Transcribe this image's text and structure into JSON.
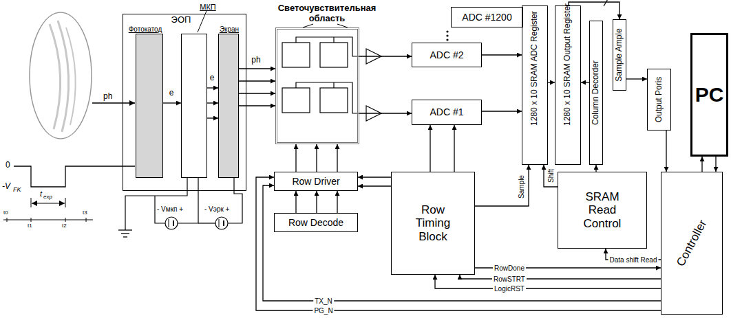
{
  "diagram": {
    "nodes": [
      {
        "text": [
          "ЭОП"
        ]
      },
      {
        "text": [
          "Фотокатод"
        ],
        "in": 0
      },
      {
        "text": [
          "МКП"
        ],
        "in": 0
      },
      {
        "text": [
          "Экран"
        ],
        "in": 0
      },
      {
        "text": [
          "Светочувствительная область"
        ]
      },
      {
        "text": [
          "ADC #1200"
        ]
      },
      {
        "text": [
          "ADC #2"
        ]
      },
      {
        "text": [
          "ADC #1"
        ]
      },
      {
        "text": [
          "1280 x 10 SRAM ADC Register"
        ]
      },
      {
        "text": [
          "1280 x 10 SRAM Output Register"
        ]
      },
      {
        "text": [
          "Column Decorder"
        ]
      },
      {
        "text": [
          "Sample Ample"
        ]
      },
      {
        "text": [
          "Output Poris"
        ]
      },
      {
        "text": [
          "PC"
        ]
      },
      {
        "text": [
          "Row Driver"
        ]
      },
      {
        "text": [
          "Row Decode"
        ]
      },
      {
        "text": [
          "Row Timing Block"
        ]
      },
      {
        "text": [
          "SRAM Read Control"
        ]
      },
      {
        "text": [
          "Controller"
        ]
      }
    ],
    "edges": [
      {
        "from": 1,
        "to": 2,
        "arrow": "to",
        "label": "e"
      },
      {
        "from": 2,
        "to": 3,
        "arrow": "to",
        "label": "e"
      },
      {
        "from": 2,
        "to": 3,
        "arrow": "to"
      },
      {
        "from": 2,
        "to": 3,
        "arrow": "to"
      },
      {
        "from": 3,
        "to": 4,
        "arrow": "to",
        "label": "ph"
      },
      {
        "from": 3,
        "to": 4,
        "arrow": "to"
      },
      {
        "from": 3,
        "to": 4,
        "arrow": "to"
      },
      {
        "from": 3,
        "to": 4,
        "arrow": "to"
      },
      {
        "from": 4,
        "to": 6,
        "arrow": "to"
      },
      {
        "from": 4,
        "to": 7,
        "arrow": "to"
      },
      {
        "from": 6,
        "to": 8,
        "arrow": "to"
      },
      {
        "from": 7,
        "to": 8,
        "arrow": "to"
      },
      {
        "from": 8,
        "to": 9,
        "arrow": "to"
      },
      {
        "from": 10,
        "to": 9,
        "arrow": "to"
      },
      {
        "from": 9,
        "to": 11,
        "arrow": "to"
      },
      {
        "from": 11,
        "to": 12,
        "arrow": "to"
      },
      {
        "from": 12,
        "to": 18,
        "arrow": "to"
      },
      {
        "from": 18,
        "to": 13,
        "arrow": "to"
      },
      {
        "from": 13,
        "to": 18,
        "arrow": "to"
      },
      {
        "from": 16,
        "to": 7,
        "arrow": "to"
      },
      {
        "from": 16,
        "to": 7,
        "arrow": "to"
      },
      {
        "from": 16,
        "to": 14,
        "arrow": "to"
      },
      {
        "from": 16,
        "to": 14,
        "arrow": "to"
      },
      {
        "from": 14,
        "to": 4,
        "arrow": "to"
      },
      {
        "from": 14,
        "to": 4,
        "arrow": "to"
      },
      {
        "from": 14,
        "to": 4,
        "arrow": "to"
      },
      {
        "from": 15,
        "to": 14,
        "arrow": "to"
      },
      {
        "from": 15,
        "to": 14,
        "arrow": "to"
      },
      {
        "from": 15,
        "to": 14,
        "arrow": "to"
      },
      {
        "from": 16,
        "to": 8,
        "arrow": "to",
        "label": "Sample"
      },
      {
        "from": 17,
        "to": 8,
        "arrow": "to",
        "label": "Shift"
      },
      {
        "from": 17,
        "to": 10,
        "arrow": "to"
      },
      {
        "from": 16,
        "to": 18,
        "arrow": "to",
        "label": "RowDone"
      },
      {
        "from": 18,
        "to": 16,
        "arrow": "to",
        "label": "RowSTRT"
      },
      {
        "from": 18,
        "to": 16,
        "arrow": "to",
        "label": "LogicRST"
      },
      {
        "from": 18,
        "to": 17,
        "arrow": "to",
        "label": "Data shift Read"
      },
      {
        "from": 18,
        "to": 14,
        "arrow": "to",
        "label": "TX_N"
      },
      {
        "from": 18,
        "to": 14,
        "arrow": "to",
        "label": "PG_N"
      }
    ],
    "labels": [
      "ph",
      "0",
      "-V",
      "FK",
      "t",
      "exp",
      "t0",
      "t1",
      "t2",
      "t3",
      "- Vмкп +",
      "- Vэрк +"
    ]
  }
}
